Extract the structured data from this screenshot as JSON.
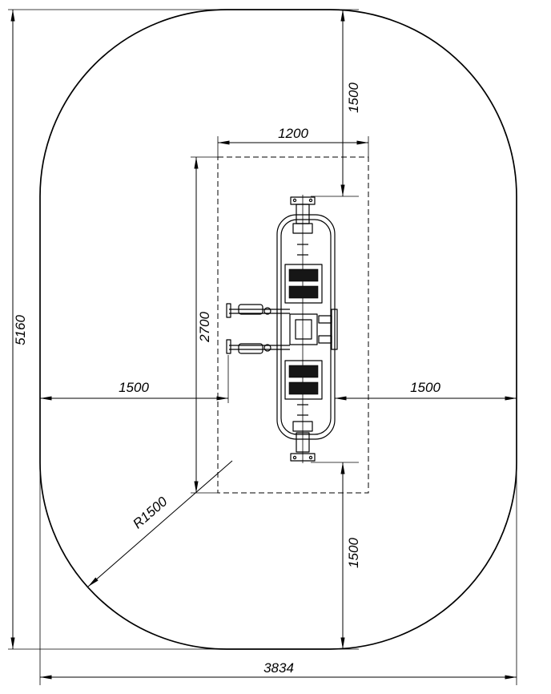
{
  "drawing": {
    "labels": {
      "overall_height": "5160",
      "overall_width": "3834",
      "clearance_top": "1500",
      "clearance_bottom": "1500",
      "clearance_left": "1500",
      "clearance_right": "1500",
      "zone_width": "1200",
      "zone_height": "2700",
      "corner_radius": "R1500"
    },
    "colors": {
      "ink": "#000000",
      "background": "#ffffff"
    }
  }
}
